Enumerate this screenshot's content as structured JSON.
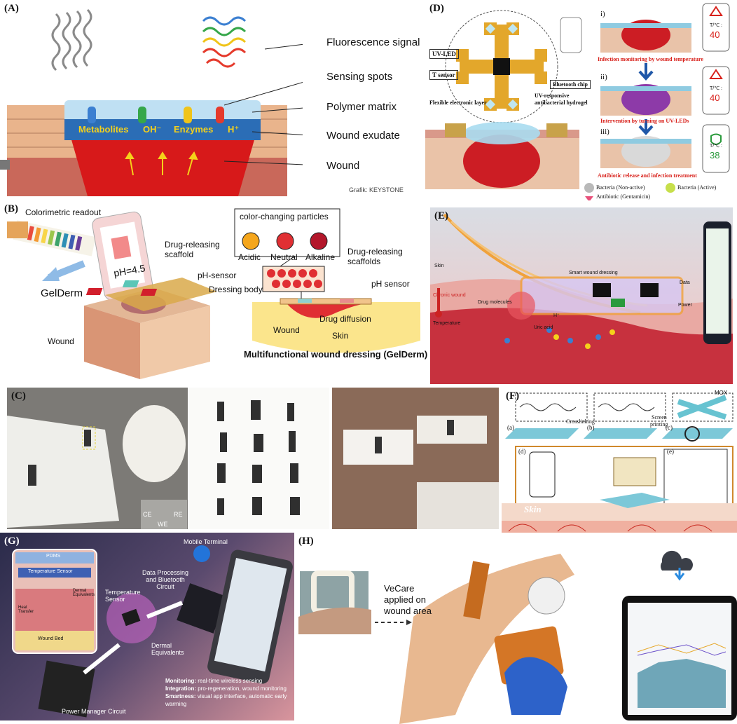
{
  "panels": {
    "A": {
      "tag": "(A)",
      "labels": {
        "fluorescence": "Fluorescence signal",
        "sensing_spots": "Sensing spots",
        "polymer": "Polymer matrix",
        "exudate": "Wound exudate",
        "wound": "Wound"
      },
      "exudate_terms": [
        "Metabolites",
        "OH⁻",
        "Enzymes",
        "H⁺"
      ],
      "credit": "Grafik: KEYSTONE"
    },
    "B": {
      "tag": "(B)",
      "labels": {
        "colorimetric": "Colorimetric readout",
        "ph_value": "pH=4.5",
        "drug_scaffold": "Drug-releasing scaffold",
        "ph_sensor": "pH-sensor",
        "dressing_body": "Dressing body",
        "gelderm": "GelDerm",
        "wound": "Wound",
        "particles_title": "color-changing particles",
        "acidic": "Acidic",
        "neutral": "Neutral",
        "alkaline": "Alkaline",
        "drug_scaffolds": "Drug-releasing scaffolds",
        "ph_sensor_right": "pH sensor",
        "drug_diffusion": "Drug diffusion",
        "wound_right": "Wound",
        "skin": "Skin",
        "caption": "Multifunctional wound dressing (GelDerm)"
      }
    },
    "C": {
      "tag": "(C)",
      "electrodes": {
        "ce": "CE",
        "re": "RE",
        "we": "WE"
      }
    },
    "D": {
      "tag": "(D)",
      "labels": {
        "uv_led": "UV-LED",
        "t_sensor": "T sensor",
        "bluetooth_chip": "Bluetooth chip",
        "flexible_layer": "Flexible electronic layer",
        "uv_hydrogel": "UV-responsive antibacterial hydrogel",
        "step_i": "i)",
        "step_ii": "ii)",
        "step_iii": "iii)",
        "infection_monitoring": "Infection monitoring by wound temperature",
        "intervention": "Intervention by turning on  UV-LEDs",
        "antibiotic_release": "Antibiotic release and infection treatment",
        "bacteria_inactive": "Bacteria (Non-active)",
        "bacteria_active": "Bacteria (Active)",
        "antibiotic": "Antibiotic (Gentamicin)",
        "phone_unit": "T/℃ :"
      },
      "phone_readings": [
        "40",
        "40",
        "38"
      ]
    },
    "E": {
      "tag": "(E)",
      "labels": {
        "skin": "Skin",
        "smart_dressing": "Smart wound dressing",
        "chronic_wound": "Chronic wound",
        "drug_molecules": "Drug molecules",
        "data": "Data",
        "power": "Power",
        "temperature": "Temperature",
        "uric_acid": "Uric acid",
        "h_plus": "H⁺"
      }
    },
    "F": {
      "tag": "(F)",
      "labels": {
        "mox": "MOX",
        "a": "(a)",
        "b": "(b)",
        "c": "(c)",
        "d": "(d)",
        "e": "(e)",
        "crosslinking": "Crosslinking",
        "screen": "Screen",
        "printing": "printing",
        "skin": "Skin"
      }
    },
    "G": {
      "tag": "(G)",
      "labels": {
        "pdms": "PDMS",
        "temp_sensor_inset": "Temperature Sensor",
        "dermal_eq_inset": "Dermal Equivalents",
        "heat_transfer": "Heat Transfer",
        "wound_bed": "Wound Bed",
        "mobile_terminal": "Mobile Terminal",
        "data_processing": "Data Processing and Bluetooth Circuit",
        "temperature_sensor": "Temperature Sensor",
        "dermal_equivalents": "Dermal Equivalents",
        "power_manager": "Power Manager Circuit"
      },
      "features": [
        {
          "key": "Monitoring:",
          "text": "real-time wireless sensing"
        },
        {
          "key": "Integration:",
          "text": "pro-regeneration,  wound monitoring"
        },
        {
          "key": "Smartness:",
          "text": "visual app interface,  automatic early warming"
        }
      ]
    },
    "H": {
      "tag": "(H)",
      "labels": {
        "vecare_1": "VeCare",
        "vecare_2": "applied on",
        "vecare_3": "wound area"
      }
    }
  },
  "colors": {
    "wound_red": "#d7191a",
    "skin_tan": "#e9b48c",
    "panel_d_red": "#d8201a",
    "alkaline_red": "#e02f33",
    "acidic_orange": "#f5a61c"
  }
}
